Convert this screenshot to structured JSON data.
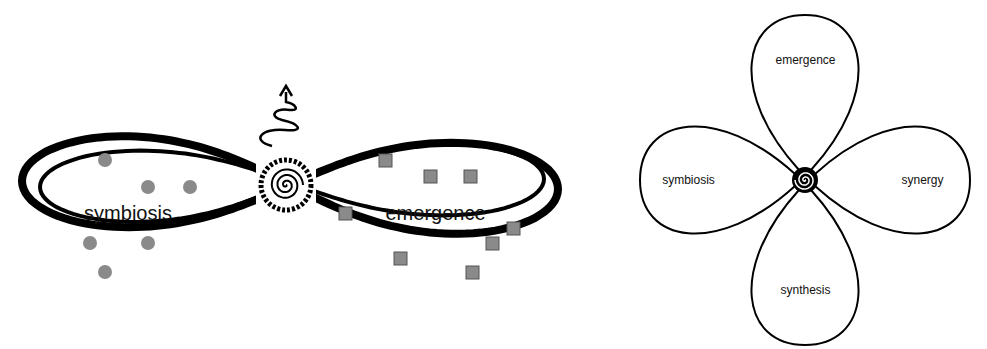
{
  "diagram": {
    "nodes": [
      {
        "text": [
          "symbiosis"
        ]
      },
      {
        "text": [
          "emergence"
        ]
      },
      {
        "text": [
          "emergence"
        ]
      },
      {
        "text": [
          "symbiosis"
        ]
      },
      {
        "text": [
          "synergy"
        ]
      },
      {
        "text": [
          "synthesis"
        ]
      }
    ]
  }
}
